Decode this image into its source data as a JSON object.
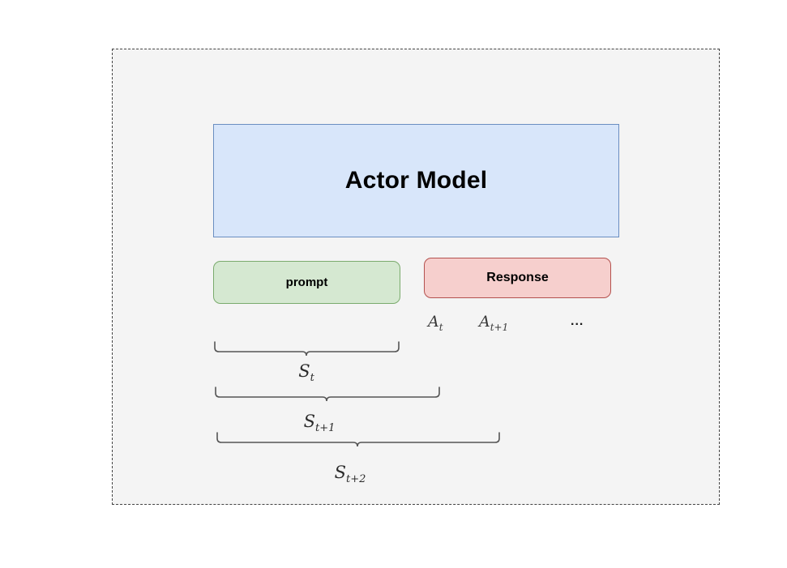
{
  "diagram": {
    "frame": {
      "style": "dashed-container",
      "background": "#f4f4f4",
      "border_color": "#444444"
    },
    "boxes": [
      {
        "id": "actor-model",
        "label": "Actor Model",
        "fill": "#d8e6fa",
        "stroke": "#6a8ec1"
      },
      {
        "id": "prompt",
        "label": "prompt",
        "fill": "#d5e8d1",
        "stroke": "#7aab6d"
      },
      {
        "id": "response",
        "label": "Response",
        "fill": "#f6cfcd",
        "stroke": "#b4514e"
      }
    ],
    "actions": [
      {
        "id": "action-t",
        "base": "A",
        "sub": "t"
      },
      {
        "id": "action-t-plus-1",
        "base": "A",
        "sub": "t+1"
      }
    ],
    "action_ellipsis": "...",
    "states": [
      {
        "id": "state-t",
        "base": "S",
        "sub": "t"
      },
      {
        "id": "state-t-plus-1",
        "base": "S",
        "sub": "t+1"
      },
      {
        "id": "state-t-plus-2",
        "base": "S",
        "sub": "t+2"
      }
    ],
    "brace_color": "#555555"
  }
}
